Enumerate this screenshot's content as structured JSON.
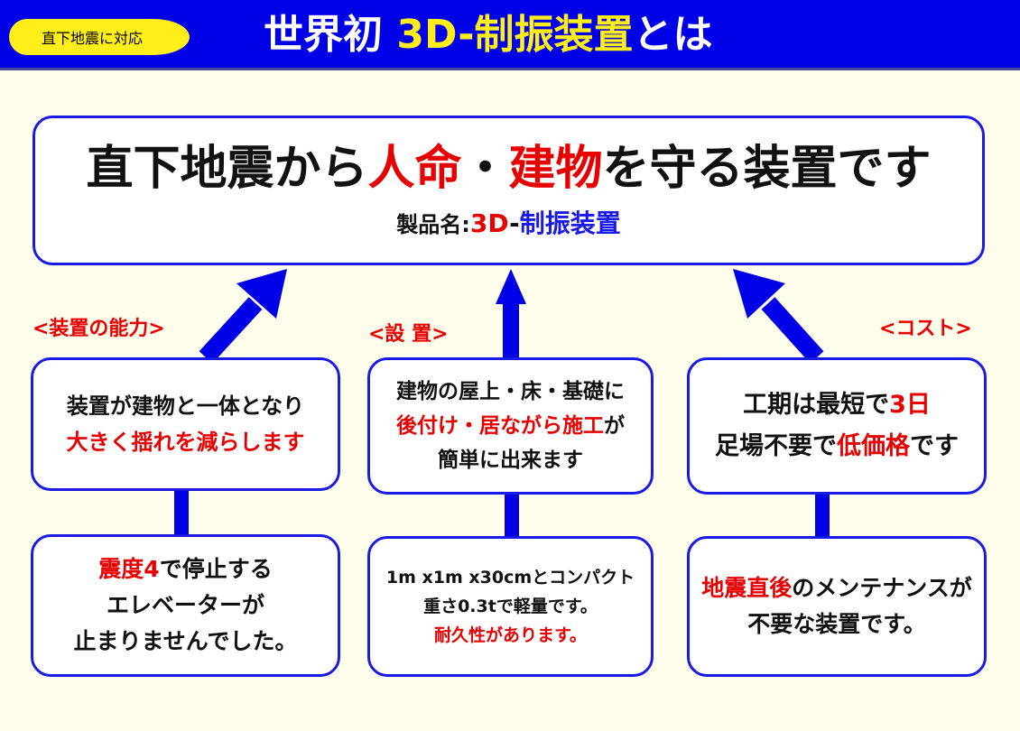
{
  "header": {
    "badge": "直下地震に対応",
    "title_prefix": "世界初 ",
    "title_accent": "3D-制振装置",
    "title_suffix": "とは"
  },
  "main": {
    "line1_a": "直下地震から",
    "line1_b": "人命",
    "line1_c": "・",
    "line1_d": "建物",
    "line1_e": "を守る装置です",
    "product_label": "製品名:",
    "product_code": "3D",
    "product_dash": "-",
    "product_name": "制振装置"
  },
  "columns": [
    {
      "caption": "<装置の能力>",
      "upper": [
        "装置が建物と一体となり",
        "大きく揺れを減らします"
      ],
      "lower_1a": "震度4",
      "lower_1b": "で停止する",
      "lower_2": "エレベーターが",
      "lower_3": "止まりませんでした。"
    },
    {
      "caption": "<設 置>",
      "upper_1": "建物の屋上・床・基礎に",
      "upper_2a": "後付け・居ながら施工",
      "upper_2b": "が",
      "upper_3": "簡単に出来ます",
      "lower_1": "1m x1m x30cmとコンパクト",
      "lower_2": "重さ0.3tで軽量です。",
      "lower_3": "耐久性があります。"
    },
    {
      "caption": "<コスト>",
      "upper_1a": "工期は最短で",
      "upper_1b": "3日",
      "upper_2a": "足場不要で",
      "upper_2b": "低価格",
      "upper_2c": "です",
      "lower_1a": "地震直後",
      "lower_1b": "のメンテナンスが",
      "lower_2": "不要な装置です。"
    }
  ],
  "colors": {
    "header_bg": "#0000e6",
    "accent_yellow": "#ffee1a",
    "border_blue": "#1a1ae6",
    "highlight_red": "#e60000",
    "page_bg": "#fefcea"
  }
}
